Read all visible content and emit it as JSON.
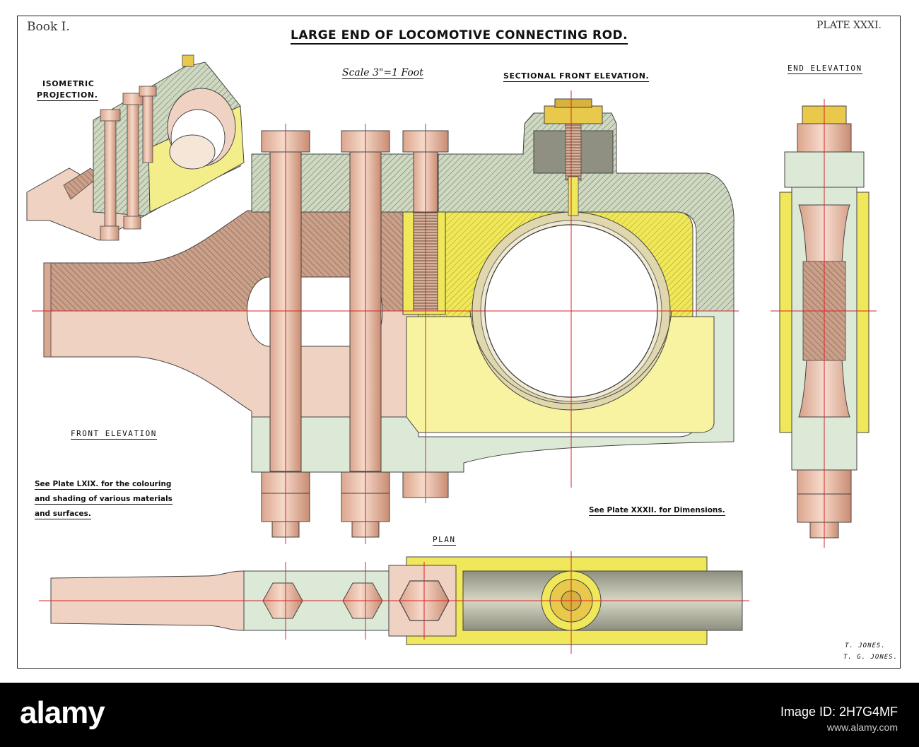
{
  "header": {
    "book": "Book I.",
    "title": "LARGE END OF LOCOMOTIVE CONNECTING ROD.",
    "plate": "PLATE XXXI."
  },
  "scale": "Scale 3\"=1 Foot",
  "captions": {
    "isometric_line1": "ISOMETRIC",
    "isometric_line2": "PROJECTION.",
    "sectional": "SECTIONAL FRONT ELEVATION.",
    "end": "END ELEVATION",
    "front": "FRONT ELEVATION",
    "plan": "PLAN"
  },
  "notes": {
    "colouring_line1": "See Plate LXIX. for the colouring",
    "colouring_line2": "and shading of various materials",
    "colouring_line3": "and surfaces.",
    "dimensions": "See Plate XXXII. for Dimensions."
  },
  "signatures": {
    "line1": "T. JONES.",
    "line2": "T. G. JONES."
  },
  "watermark": {
    "brand": "alamy",
    "image_id": "Image ID: 2H7G4MF",
    "site": "www.alamy.com"
  },
  "colors": {
    "steel": "#e9c2ad",
    "wrought_iron": "#dde9d7",
    "brass": "#f4ee5a",
    "white_metal": "#f7f3a0",
    "hatch_red": "#b98d76",
    "hatch_green": "#c6d1b8",
    "center_line": "#d8232a"
  }
}
